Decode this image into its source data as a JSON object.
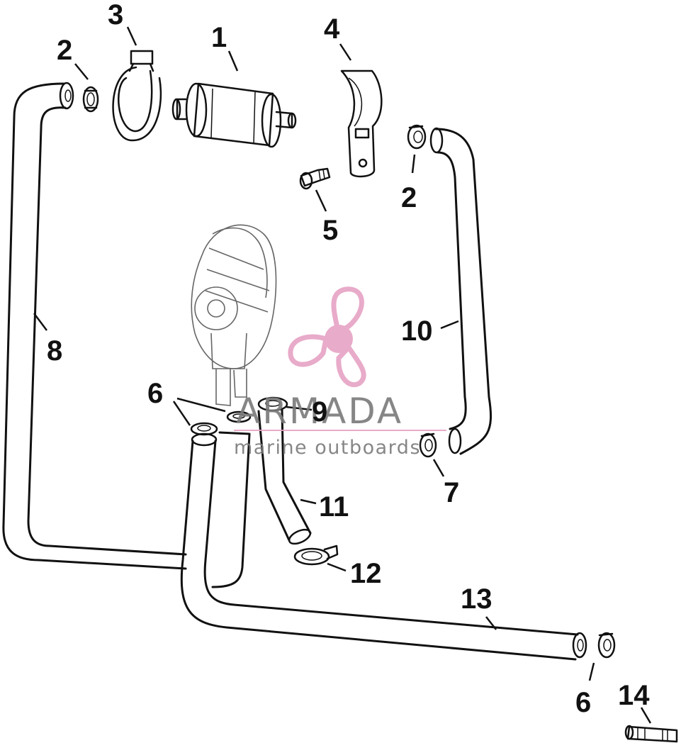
{
  "labels": {
    "l1": "1",
    "l2a": "2",
    "l2b": "2",
    "l3": "3",
    "l4": "4",
    "l5": "5",
    "l6a": "6",
    "l6b": "6",
    "l7": "7",
    "l8": "8",
    "l9": "9",
    "l10": "10",
    "l11": "11",
    "l12": "12",
    "l13": "13",
    "l14": "14"
  },
  "watermark": {
    "title": "ARMADA",
    "subtitle": "marine outboards"
  },
  "colors": {
    "watermark_pink": "#e6a3c4",
    "watermark_gray": "#7a7a7a",
    "ink": "#111111"
  }
}
